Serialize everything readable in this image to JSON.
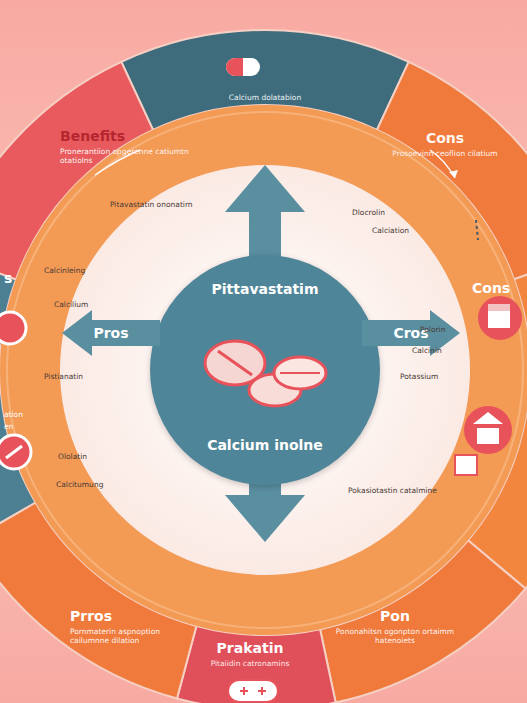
{
  "diagram": {
    "nodes": [
      {
        "text": [
          "Calcium dolatabion"
        ]
      },
      {
        "text": [
          "Benefits",
          "Pronerantiion opgerenne catiumtn otatiolns"
        ]
      },
      {
        "text": [
          "Cons",
          "Prosoevinn ceoflion cilatium"
        ]
      },
      {
        "text": [
          "s"
        ]
      },
      {
        "text": [
          "Cons"
        ]
      },
      {
        "text": [
          "Pittavastatim",
          "Calcium inolne"
        ]
      },
      {
        "text": [
          "Pros"
        ]
      },
      {
        "text": [
          "Cros"
        ]
      },
      {
        "text": [
          "Prros",
          "Pornmaterin aspnoption cailumnne dilation"
        ]
      },
      {
        "text": [
          "Pon",
          "Pononahitsn ogonpton ortaimm hatenoiets"
        ]
      },
      {
        "text": [
          "Prakatin",
          "Pitaiidin catronamins"
        ]
      }
    ],
    "labels": [
      "Pitavastatin ononatirn",
      "Calcinleing",
      "Calcilium",
      "Pistianatin",
      "ation",
      "en",
      "Ololatin",
      "Calcitumung",
      "Dlocrolin",
      "Calciation",
      "Polorin",
      "Calcinin",
      "Potassium",
      "Pokasiotastin catalmine"
    ]
  }
}
